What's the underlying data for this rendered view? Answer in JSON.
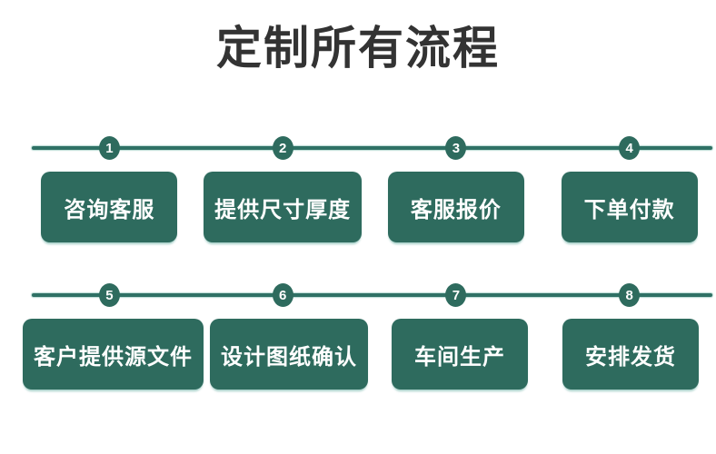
{
  "title": "定制所有流程",
  "colors": {
    "accent_teal": "#2e6b5e",
    "line_teal": "#2f7165",
    "title_text": "#333333",
    "box_text": "#ffffff",
    "background": "#ffffff"
  },
  "rows": [
    {
      "steps": [
        {
          "number": "1",
          "label": "咨询客服"
        },
        {
          "number": "2",
          "label": "提供尺寸厚度"
        },
        {
          "number": "3",
          "label": "客服报价"
        },
        {
          "number": "4",
          "label": "下单付款"
        }
      ]
    },
    {
      "steps": [
        {
          "number": "5",
          "label": "客户提供源文件"
        },
        {
          "number": "6",
          "label": "设计图纸确认"
        },
        {
          "number": "7",
          "label": "车间生产"
        },
        {
          "number": "8",
          "label": "安排发货"
        }
      ]
    }
  ]
}
